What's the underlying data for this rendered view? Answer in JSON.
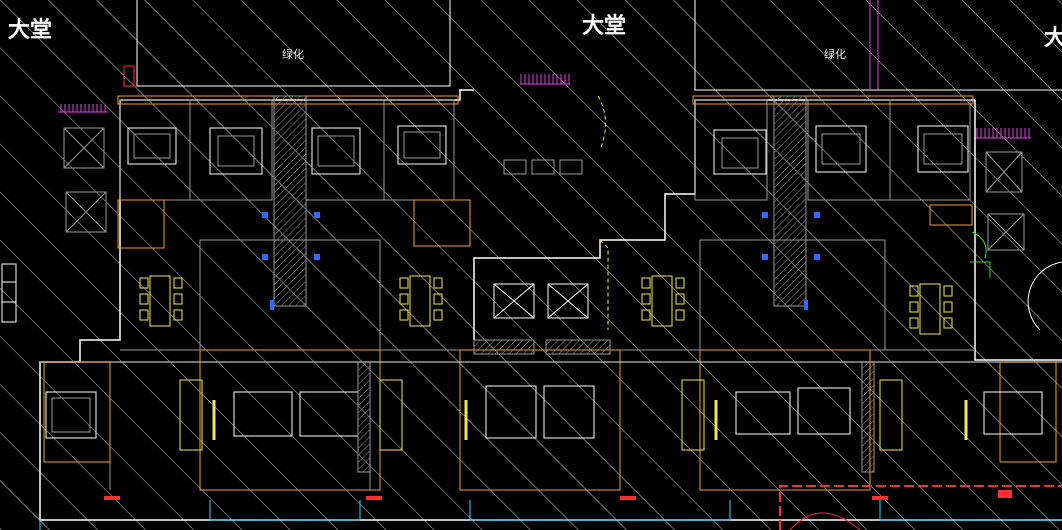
{
  "labels": {
    "lobby_left": "大堂",
    "lobby_center": "大堂",
    "lobby_right": "大",
    "green_left": "绿化",
    "green_right": "绿化"
  },
  "colors": {
    "background": "#000000",
    "hatch": "#c8c8c8",
    "wall_white": "#ffffff",
    "wall_gray": "#9a9a9a",
    "furniture_yellow": "#f2e84b",
    "furniture_orange": "#f0a028",
    "door_red": "#ff3030",
    "fixture_blue": "#2d6cff",
    "magenta": "#e040e0",
    "green": "#39d639",
    "cyan": "#3fd0ff"
  }
}
